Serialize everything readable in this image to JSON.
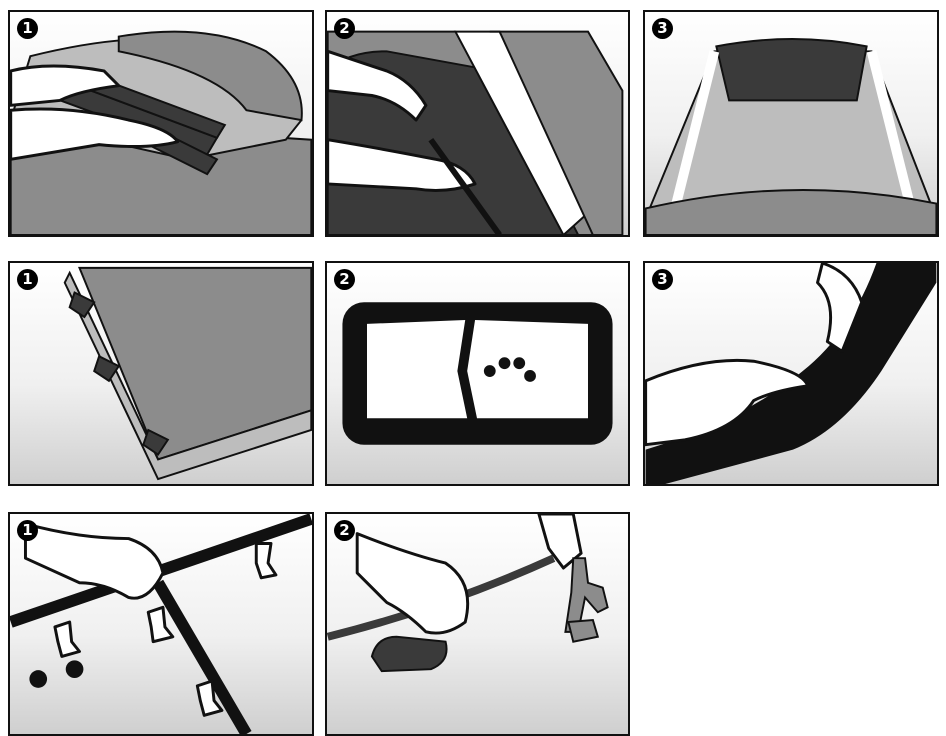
{
  "panels": [
    {
      "badge": "1"
    },
    {
      "badge": "2"
    },
    {
      "badge": "3"
    },
    {
      "badge": "1"
    },
    {
      "badge": "2"
    },
    {
      "badge": "3"
    },
    {
      "badge": "1"
    },
    {
      "badge": "2"
    }
  ],
  "colors": {
    "ink": "#111111",
    "dark_gray": "#3a3a3a",
    "mid_gray": "#8c8c8c",
    "light_gray": "#bdbdbd"
  }
}
